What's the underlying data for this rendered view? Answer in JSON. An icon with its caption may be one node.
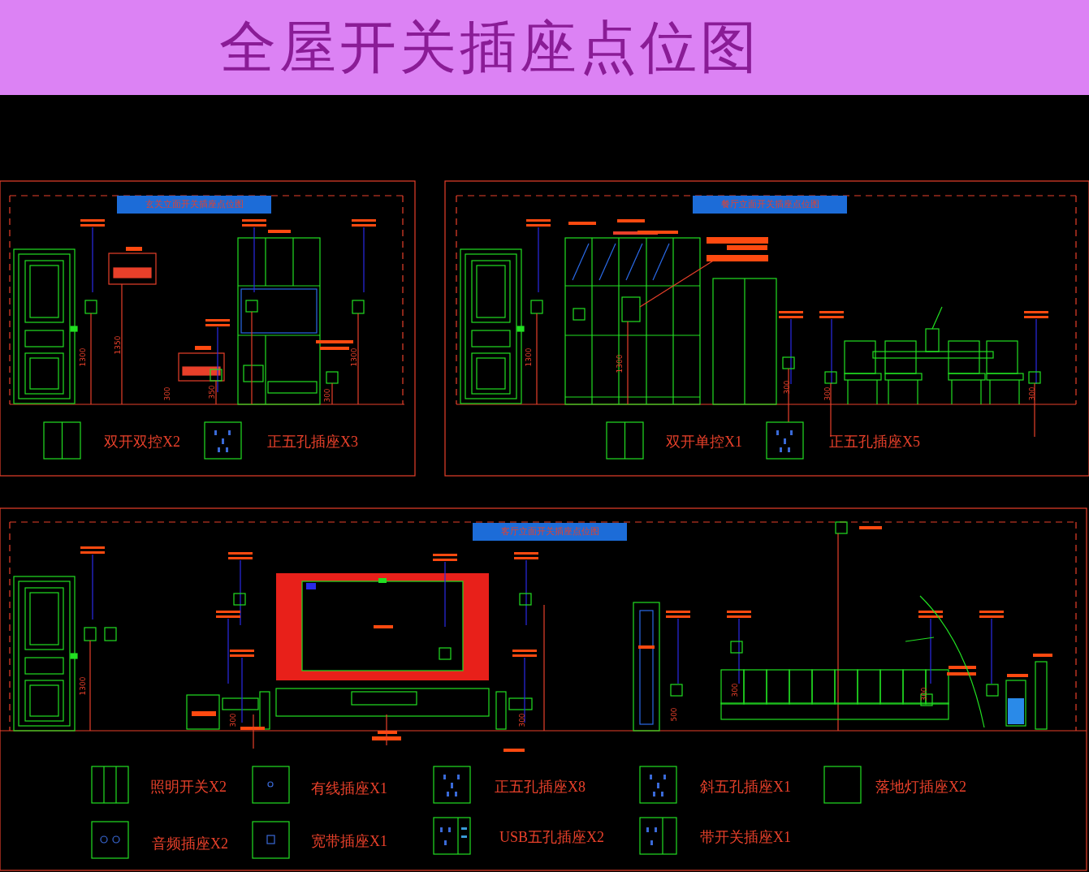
{
  "diagram": {
    "title": "全屋开关插座点位图",
    "labels": [
      "玄关立面开关插座点位图",
      "餐厅立面开关插座点位图",
      "1300",
      "1350",
      "300",
      "350",
      "300",
      "1300",
      "1300",
      "1300",
      "300",
      "300",
      "300",
      "双开双控X2",
      "正五孔插座X3",
      "双开单控X1",
      "正五孔插座X5",
      "客厅立面开关插座点位图",
      "1300",
      "300",
      "300",
      "500",
      "300",
      "300",
      "照明开关X2",
      "有线插座X1",
      "正五孔插座X8",
      "斜五孔插座X1",
      "落地灯插座X2",
      "音频插座X2",
      "宽带插座X1",
      "USB五孔插座X2",
      "带开关插座X1"
    ]
  }
}
